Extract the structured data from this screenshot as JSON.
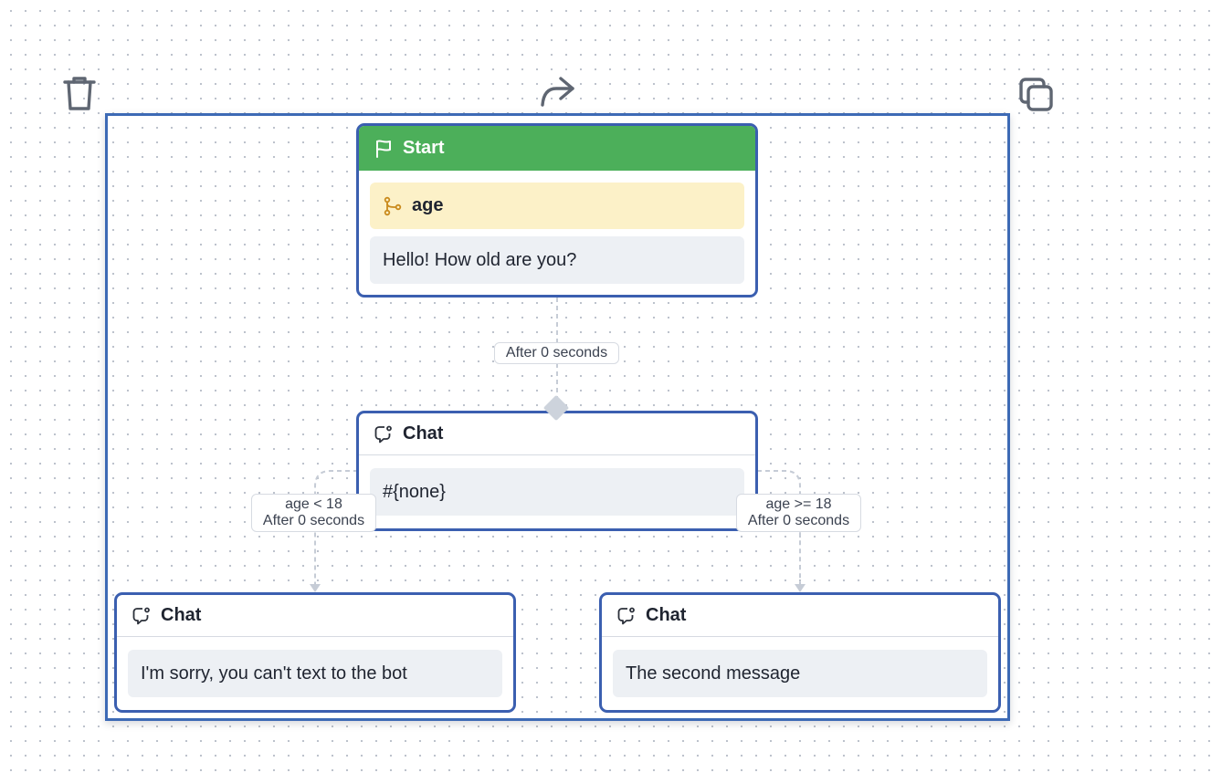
{
  "toolbar": {
    "delete_icon": "trash-icon",
    "share_icon": "share-arrow-icon",
    "duplicate_icon": "duplicate-icon"
  },
  "nodes": {
    "start": {
      "title": "Start",
      "variable": "age",
      "message": "Hello! How old are you?",
      "header_color": "#4caf5a"
    },
    "chat_main": {
      "title": "Chat",
      "message": "#{none}"
    },
    "chat_left": {
      "title": "Chat",
      "message": "I'm sorry, you can't text to the bot"
    },
    "chat_right": {
      "title": "Chat",
      "message": "The second message"
    }
  },
  "edges": {
    "start_to_chat": {
      "label": "After 0 seconds"
    },
    "left": {
      "condition": "age < 18",
      "delay": "After 0 seconds"
    },
    "right": {
      "condition": "age >= 18",
      "delay": "After 0 seconds"
    }
  },
  "colors": {
    "node_border": "#3b5fb0",
    "selection_border": "#3d6ab5",
    "variable_block": "#fcf1c8",
    "message_block": "#edf0f4",
    "edge_line": "#c6ccd6"
  }
}
